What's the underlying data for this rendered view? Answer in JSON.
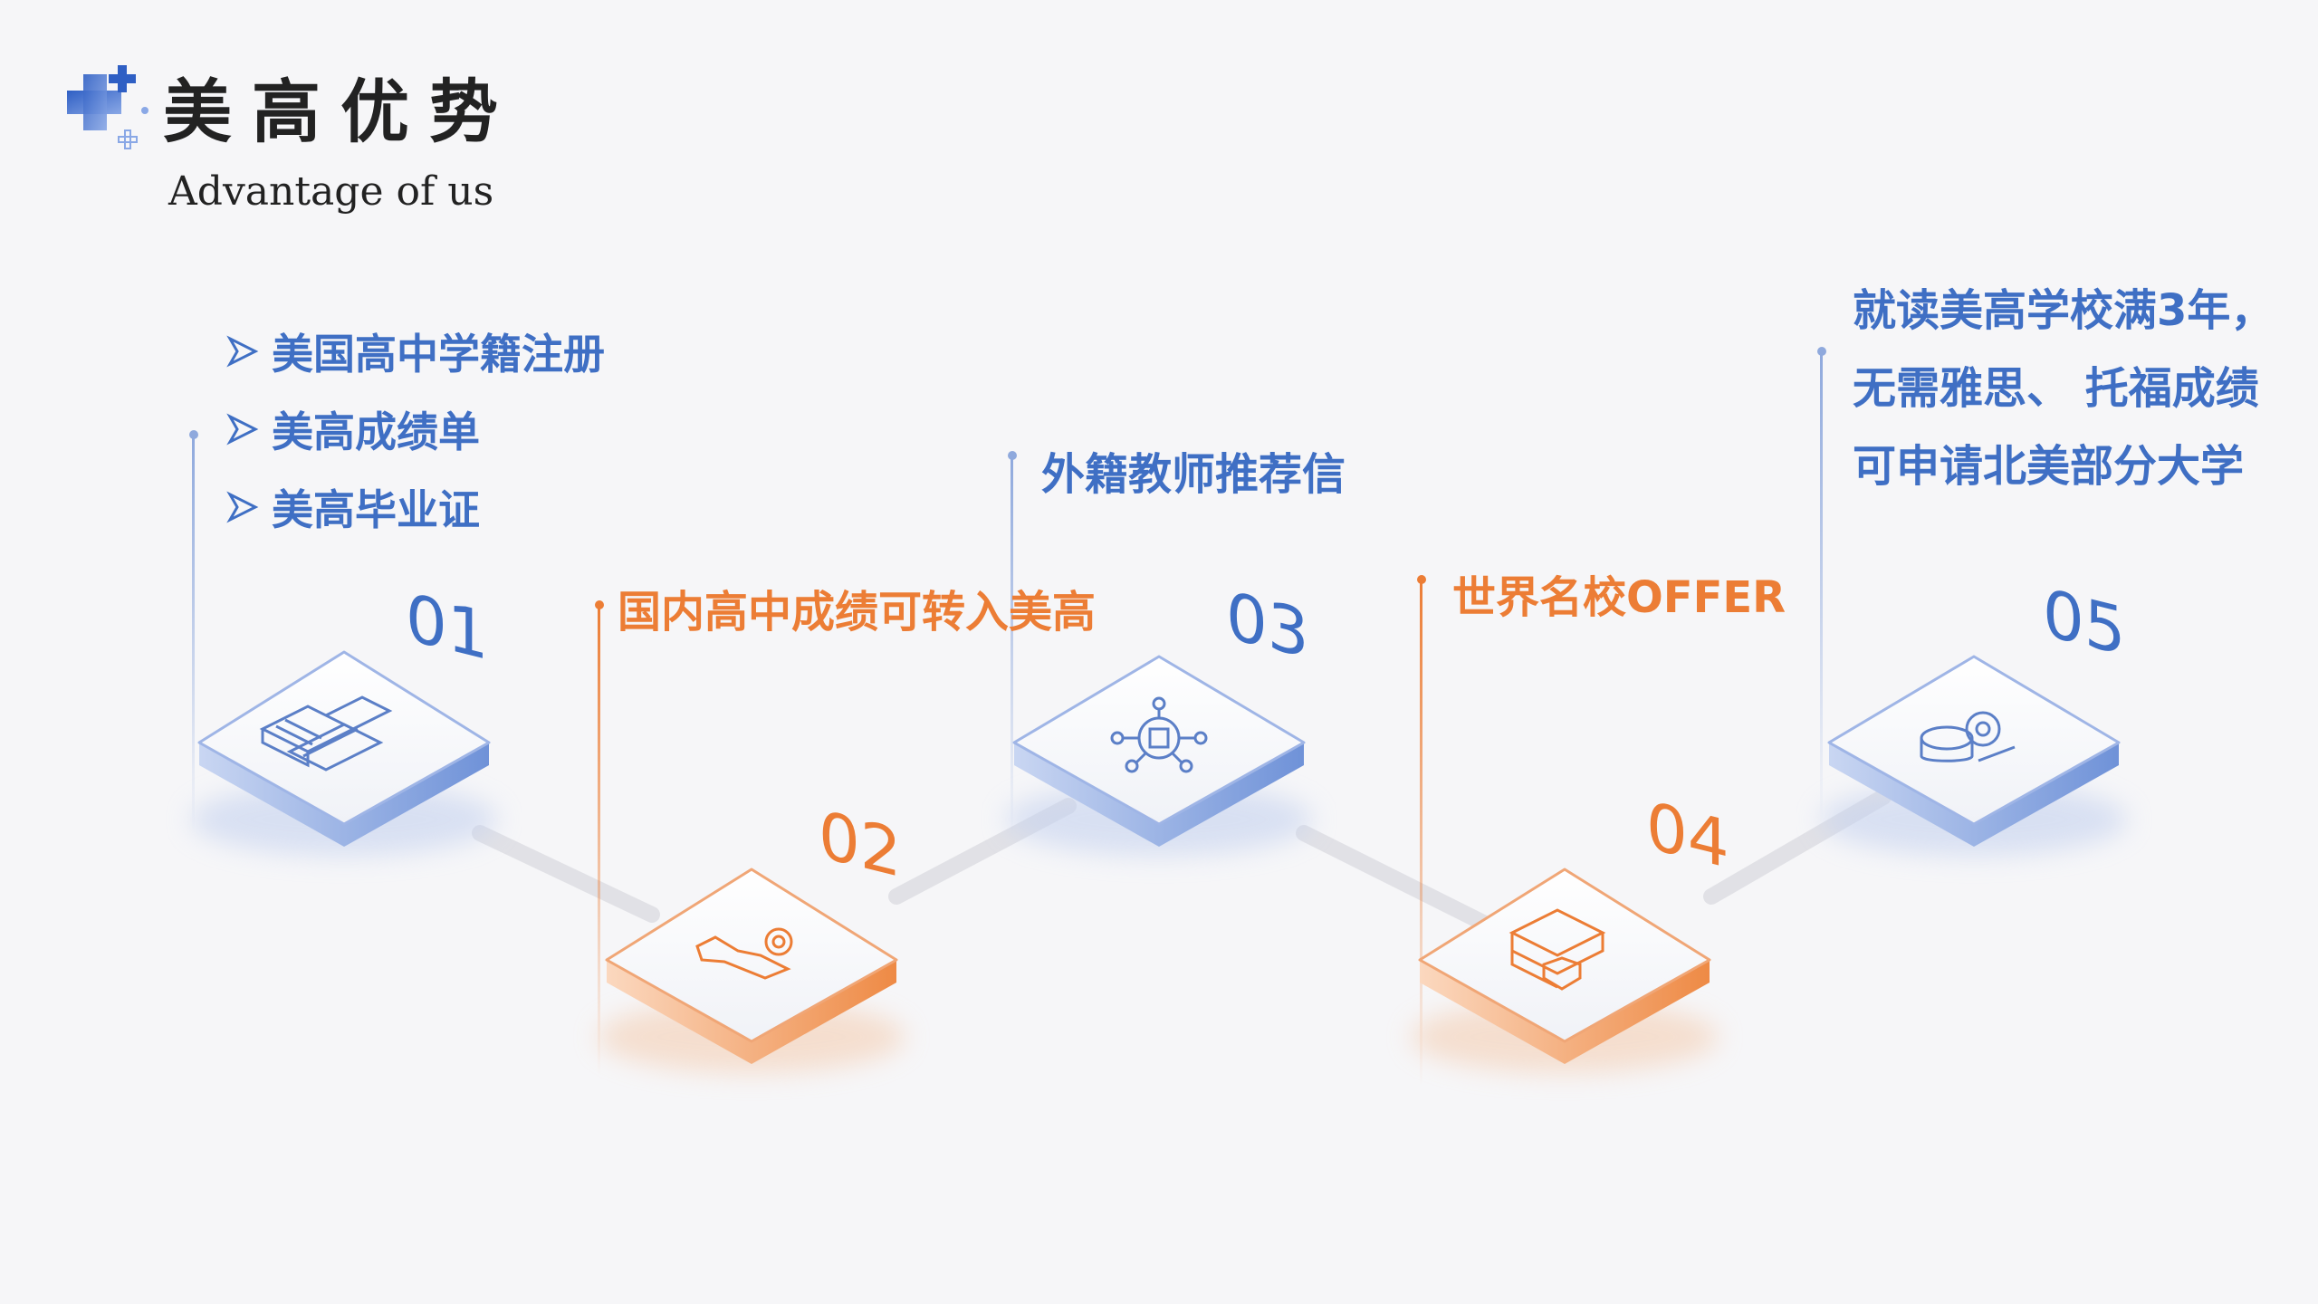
{
  "header": {
    "title": "美高优势",
    "subtitle": "Advantage of us"
  },
  "colors": {
    "blue": "#3f6fc4",
    "orange": "#ec7d35",
    "background": "#f6f6f8"
  },
  "steps": [
    {
      "number": "01",
      "icon": "buildings-icon",
      "bullets": [
        "美国高中学籍注册",
        "美高成绩单",
        "美高毕业证"
      ]
    },
    {
      "number": "02",
      "icon": "hand-gear-icon",
      "label": "国内高中成绩可转入美高"
    },
    {
      "number": "03",
      "icon": "network-hub-icon",
      "label": "外籍教师推荐信"
    },
    {
      "number": "04",
      "icon": "server-shield-icon",
      "label": "世界名校OFFER"
    },
    {
      "number": "05",
      "icon": "database-gear-icon",
      "lines": [
        "就读美高学校满3年，",
        "无需雅思、 托福成绩",
        "可申请北美部分大学"
      ]
    }
  ]
}
